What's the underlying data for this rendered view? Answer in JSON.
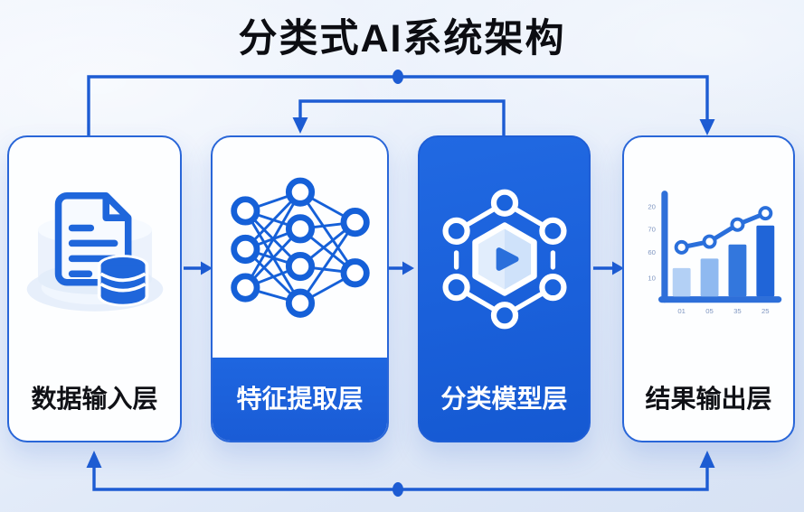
{
  "title": "分类式AI系统架构",
  "colors": {
    "primary_blue": "#1a63dc",
    "card_border": "#2966d8",
    "arrow_blue": "#1d5cd3",
    "background_tint": "#e7eefa"
  },
  "cards": [
    {
      "label": "数据输入层",
      "icon": "document-database-icon",
      "variant": "light"
    },
    {
      "label": "特征提取层",
      "icon": "neural-network-icon",
      "variant": "light-with-blue-footer"
    },
    {
      "label": "分类模型层",
      "icon": "hexagon-model-icon",
      "variant": "solid-blue"
    },
    {
      "label": "结果输出层",
      "icon": "bar-line-chart-icon",
      "variant": "light"
    }
  ],
  "flow": {
    "horizontal_arrows": 3,
    "top_outer_connector": "card1-to-card4",
    "top_inner_connector": "card3-to-card2",
    "bottom_connector": "up-into-card1-and-card4"
  },
  "chart_data": {
    "type": "bar",
    "title": "",
    "categories": [
      "01",
      "05",
      "35",
      "25"
    ],
    "series": [
      {
        "name": "bars",
        "type": "bar",
        "values": [
          30,
          40,
          55,
          75
        ]
      },
      {
        "name": "trend-line",
        "type": "line",
        "values": [
          52,
          58,
          76,
          88
        ]
      }
    ],
    "yticks_top_to_bottom": [
      "20",
      "70",
      "60",
      "10"
    ],
    "ylim": [
      0,
      100
    ],
    "grid": false,
    "legend": false,
    "bar_colors": [
      "#b3d0f5",
      "#8fb9f0",
      "#3377dd",
      "#2065d8"
    ],
    "line_color": "#2a6fdb",
    "axis_color": "#2e6fd9"
  }
}
